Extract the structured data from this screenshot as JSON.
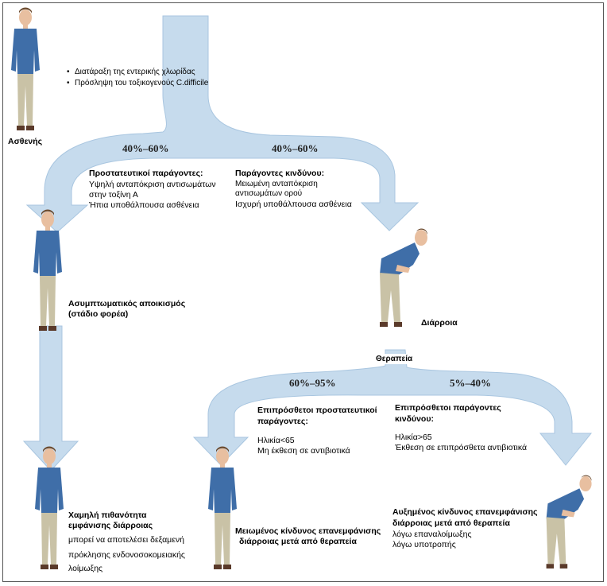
{
  "colors": {
    "arrow": "#c6dbed",
    "arrow_edge": "#a9c6e0",
    "shirt": "#3f6ea8",
    "pants": "#c9c2a6",
    "skin": "#e8bfa0",
    "hair": "#6b4a2e",
    "shoes": "#5a3a2a"
  },
  "patient": {
    "label": "Ασθενής",
    "bullets": [
      "Διατάραξη της εντερικής χλωρίδας",
      "Πρόσληψη του τοξικογενούς C.difficile"
    ]
  },
  "left_branch": {
    "percent": "40%–60%",
    "factors_title": "Προστατευτικοί παράγοντες:",
    "factors": [
      "Υψηλή ανταπόκριση αντισωμάτων στην τοξίνη Α",
      "Ήπια υποθάλπουσα ασθένεια"
    ],
    "state_label": [
      "Ασυμπτωματικός αποικισμός",
      "(στάδιο φορέα)"
    ],
    "outcome_title": [
      "Χαμηλή πιθανότητα",
      "εμφάνισης διάρροιας"
    ],
    "outcome_note": [
      "μπορεί να αποτελέσει δεξαμενή",
      "πρόκλησης ενδονοσοκομειακής",
      "λοίμωξης"
    ]
  },
  "right_branch": {
    "percent": "40%–60%",
    "factors_title": "Παράγοντες κινδύνου:",
    "factors": [
      "Μειωμένη ανταπόκριση αντισωμάτων ορού",
      "Ισχυρή υποθάλπουσα ασθένεια"
    ],
    "state_label": "Διάρροια",
    "therapy_label": "Θεραπεία"
  },
  "treat_left": {
    "percent": "60%–95%",
    "factors_title": [
      "Επιπρόσθετοι προστατευτικοί",
      "παράγοντες:"
    ],
    "factors": [
      "Ηλικία<65",
      "Μη έκθεση σε αντιβιοτικά"
    ],
    "outcome": [
      "Μειωμένος κίνδυνος επανεμφάνισης",
      "διάρροιας μετά από θεραπεία"
    ]
  },
  "treat_right": {
    "percent": "5%–40%",
    "factors_title": [
      "Επιπρόσθετοι παράγοντες",
      "κινδύνου:"
    ],
    "factors": [
      "Ηλικία>65",
      "Έκθεση σε επιπρόσθετα αντιβιοτικά"
    ],
    "outcome_title": [
      "Αυξημένος κίνδυνος επανεμφάνισης",
      "διάρροιας μετά από θεραπεία"
    ],
    "outcome_reasons": [
      "λόγω επαναλοίμωξης",
      "λόγω υποτροπής"
    ]
  }
}
